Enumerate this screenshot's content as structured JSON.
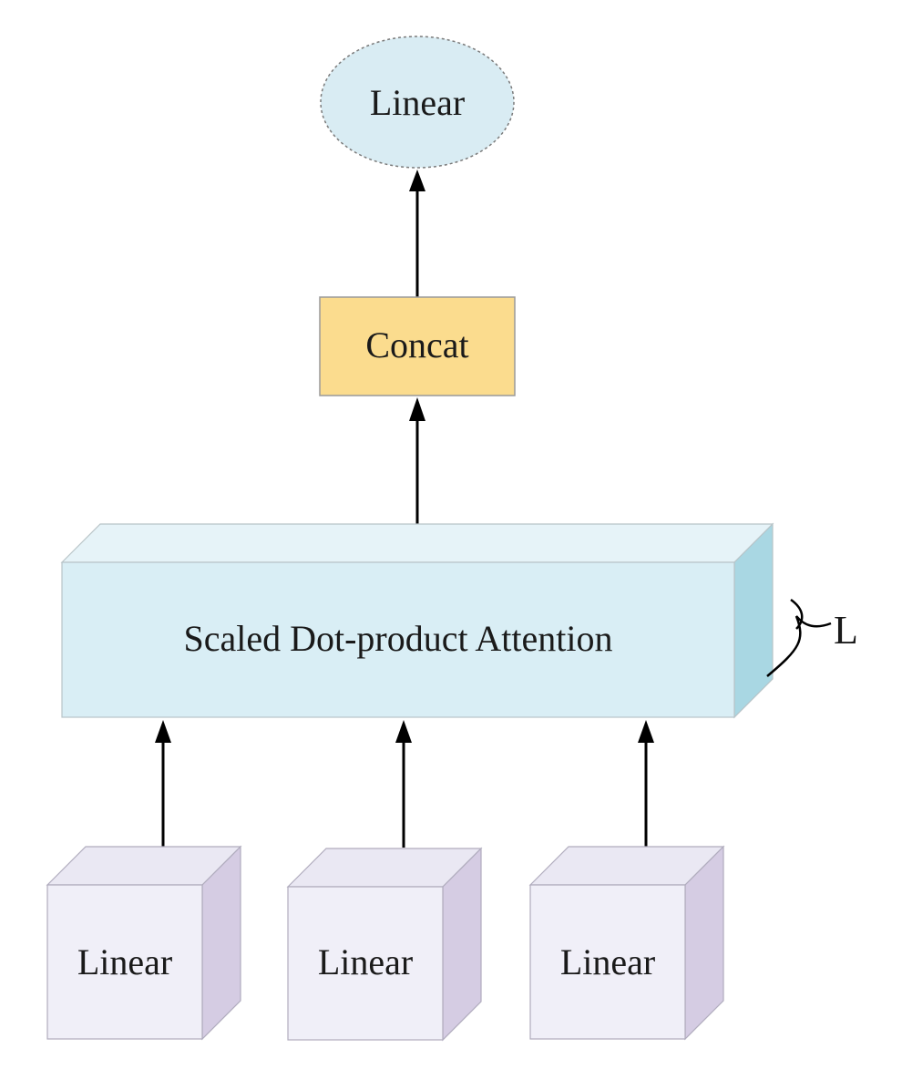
{
  "diagram": {
    "output_node": {
      "label": "Linear",
      "shape": "ellipse",
      "fill": "#d9ecf3"
    },
    "concat_node": {
      "label": "Concat",
      "fill": "#fbdc8e"
    },
    "attention_block": {
      "label": "Scaled Dot-product Attention",
      "front_fill": "#d9eef5",
      "top_fill": "#e6f3f8",
      "side_fill": "#a9d7e3"
    },
    "repeat_label": "L",
    "input_nodes": [
      {
        "label": "Linear"
      },
      {
        "label": "Linear"
      },
      {
        "label": "Linear"
      }
    ],
    "input_front_fill": "#f0eff8",
    "input_top_fill": "#eae8f3",
    "input_side_fill": "#d5cce3",
    "arrow_color": "#000000"
  }
}
